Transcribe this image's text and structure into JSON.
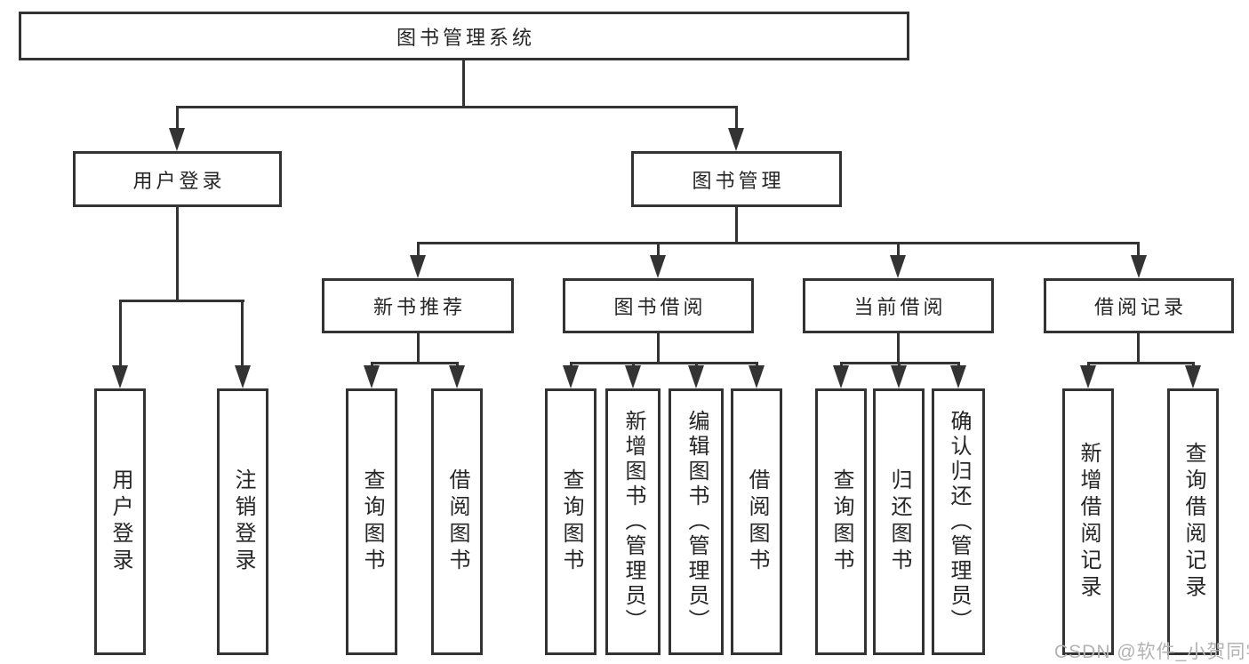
{
  "nodes": {
    "root": "图书管理系统",
    "level2": [
      "用户登录",
      "图书管理"
    ],
    "level3": [
      "新书推荐",
      "图书借阅",
      "当前借阅",
      "借阅记录"
    ],
    "leaves": {
      "user_login": [
        "用户登录",
        "注销登录"
      ],
      "new_books": [
        "查询图书",
        "借阅图书"
      ],
      "book_borrow": [
        "查询图书",
        "新增图书（管理员）",
        "编辑图书（管理员）",
        "借阅图书"
      ],
      "current_borrow": [
        "查询图书",
        "归还图书",
        "确认归还（管理员）"
      ],
      "borrow_records": [
        "新增借阅记录",
        "查询借阅记录"
      ]
    }
  },
  "watermark": "CSDN @软件_小贺同学",
  "colors": {
    "line": "#333333",
    "text": "#262626",
    "watermark": "#b3b3b3",
    "background": "#ffffff"
  }
}
